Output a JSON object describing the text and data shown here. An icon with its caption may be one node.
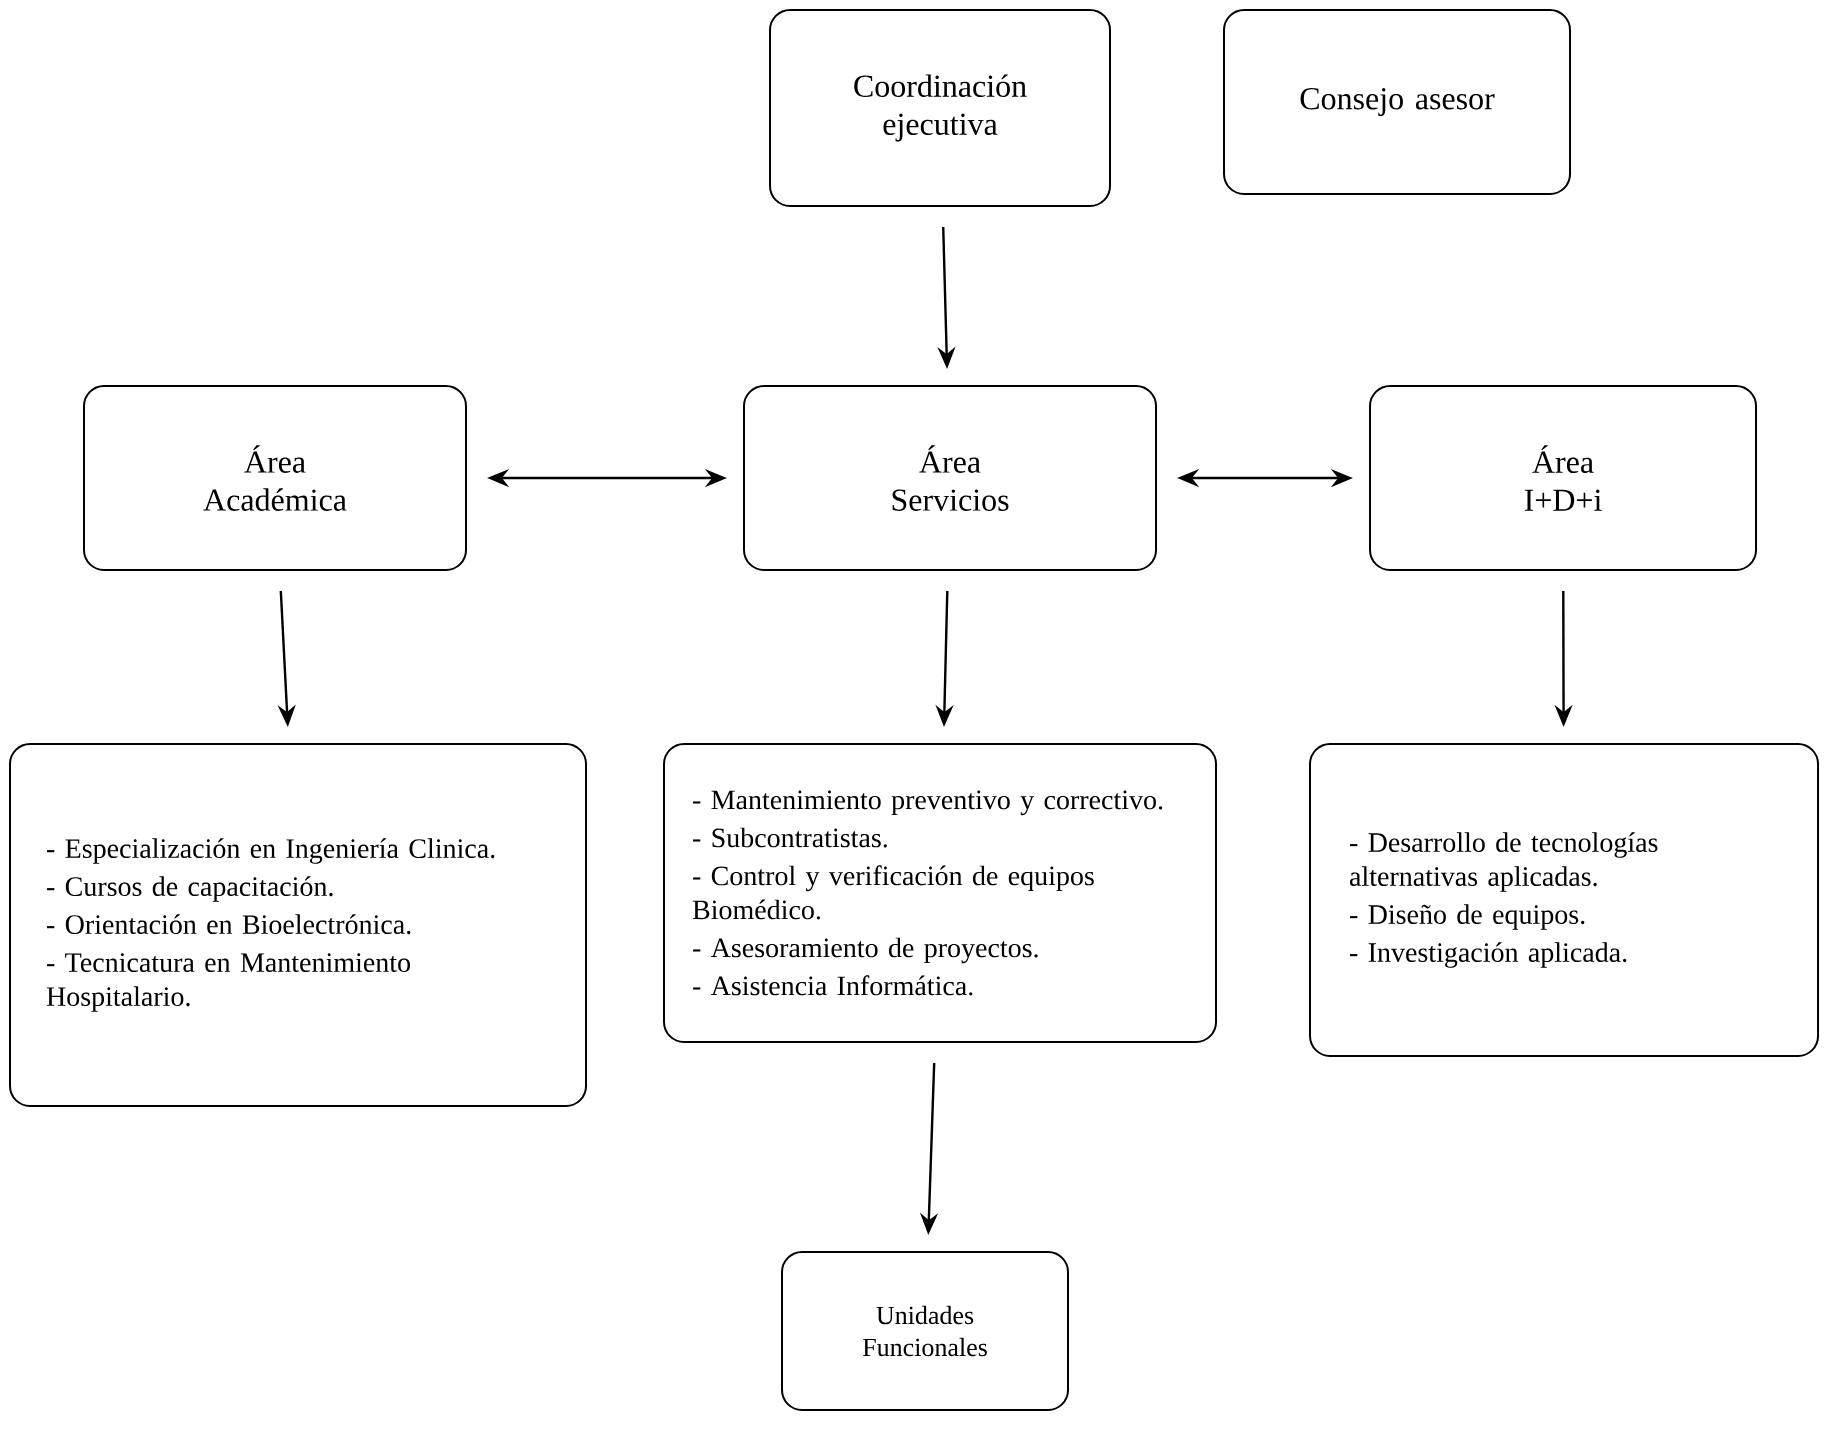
{
  "diagram": {
    "nodes": [
      {
        "text": [
          "Coordinación ejecutiva"
        ]
      },
      {
        "text": [
          "Consejo asesor"
        ]
      },
      {
        "text": [
          "Área Académica"
        ]
      },
      {
        "text": [
          "Área Servicios"
        ]
      },
      {
        "text": [
          "Área I+D+i"
        ]
      },
      {
        "text": [
          "- Especialización en Ingeniería Clinica.",
          "- Cursos de capacitación.",
          "- Orientación en Bioelectrónica.",
          "- Tecnicatura en Mantenimiento Hospitalario."
        ]
      },
      {
        "text": [
          "- Mantenimiento preventivo y correctivo.",
          "- Subcontratistas.",
          "- Control y verificación de equipos Biomédico.",
          "- Asesoramiento de proyectos.",
          "- Asistencia Informática."
        ]
      },
      {
        "text": [
          "- Desarrollo de tecnologías alternativas aplicadas.",
          "- Diseño de equipos.",
          "- Investigación aplicada."
        ]
      },
      {
        "text": [
          "Unidades Funcionales"
        ]
      }
    ],
    "edges": [
      {
        "from": 0,
        "to": 3,
        "arrow": "to"
      },
      {
        "from": 2,
        "to": 3,
        "arrow": "both"
      },
      {
        "from": 3,
        "to": 4,
        "arrow": "both"
      },
      {
        "from": 2,
        "to": 5,
        "arrow": "to"
      },
      {
        "from": 3,
        "to": 6,
        "arrow": "to"
      },
      {
        "from": 4,
        "to": 7,
        "arrow": "to"
      },
      {
        "from": 6,
        "to": 8,
        "arrow": "to"
      }
    ]
  }
}
